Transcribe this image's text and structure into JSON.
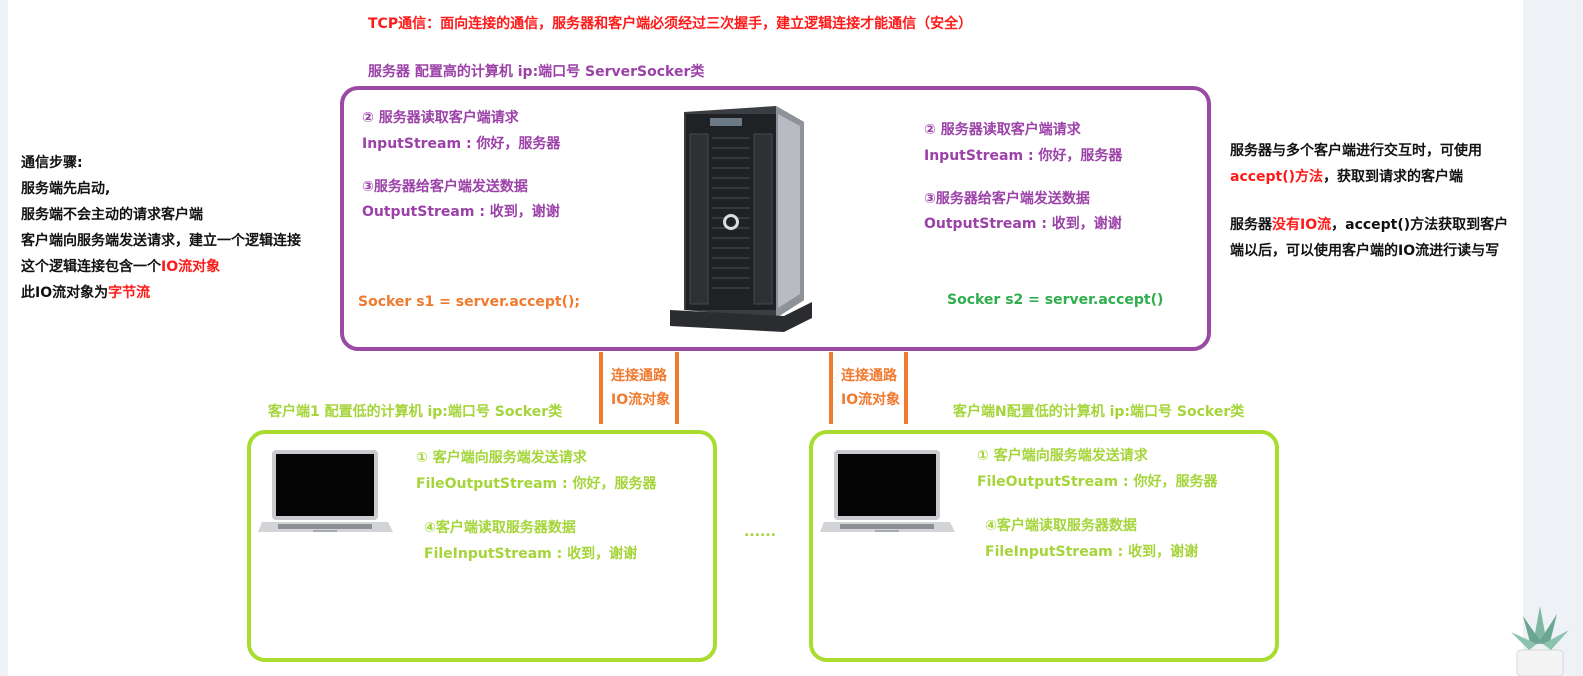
{
  "title": "TCP通信：面向连接的通信，服务器和客户端必须经过三次握手，建立逻辑连接才能通信（安全）",
  "server": {
    "caption": "服务器 配置高的计算机 ip:端口号  ServerSocker类",
    "left": {
      "read_step": "② 服务器读取客户端请求",
      "read_stream": "InputStream : 你好，服务器",
      "send_step": "③服务器给客户端发送数据",
      "send_stream": "OutputStream : 收到，谢谢",
      "accept": "Socker s1 = server.accept();"
    },
    "right": {
      "read_step": "② 服务器读取客户端请求",
      "read_stream": "InputStream : 你好，服务器",
      "send_step": "③服务器给客户端发送数据",
      "send_stream": "OutputStream : 收到，谢谢",
      "accept": "Socker s2 = server.accept()"
    }
  },
  "channel": {
    "line1": "连接通路",
    "line2": "IO流对象"
  },
  "clients": {
    "client1": {
      "caption": "客户端1 配置低的计算机 ip:端口号 Socker类",
      "send_step": "① 客户端向服务端发送请求",
      "send_stream": "FileOutputStream : 你好，服务器",
      "read_step": "④客户端读取服务器数据",
      "read_stream": "FileInputStream : 收到，谢谢"
    },
    "clientN": {
      "caption": "客户端N配置低的计算机 ip:端口号 Socker类",
      "send_step": "① 客户端向服务端发送请求",
      "send_stream": "FileOutputStream : 你好，服务器",
      "read_step": "④客户端读取服务器数据",
      "read_stream": "FileInputStream : 收到，谢谢"
    },
    "ellipsis": "......"
  },
  "steps": {
    "heading": "通信步骤:",
    "line1": "服务端先启动,",
    "line2": "服务端不会主动的请求客户端",
    "line3": "客户端向服务端发送请求，建立一个逻辑连接",
    "line4_prefix": "这个逻辑连接包含一个",
    "line4_highlight": "IO流对象",
    "line5_prefix": "此IO流对象为",
    "line5_highlight": "字节流"
  },
  "note": {
    "line1": "服务器与多个客户端进行交互时，可使用",
    "line2_highlight": "accept()方法",
    "line2_suffix": "，获取到请求的客户端",
    "line3_prefix": "服务器",
    "line3_highlight": "没有IO流",
    "line3_suffix": "，accept()方法获取到客户",
    "line4": "端以后，可以使用客户端的IO流进行读与写"
  },
  "colors": {
    "red": "#ff1a1a",
    "purple": "#9b41a8",
    "orange": "#f07a30",
    "green": "#2fae4d",
    "lime": "#a5d53a"
  },
  "icons": [
    "server-tower-icon",
    "laptop-icon",
    "plant-icon"
  ]
}
